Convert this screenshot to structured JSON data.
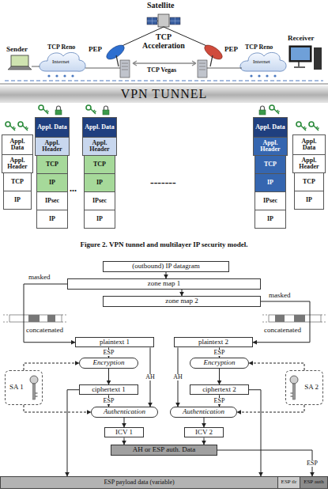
{
  "diagram": {
    "caption": "Figure 2. VPN tunnel and multilayer IP security model.",
    "nodes": [
      {
        "text": [
          "VPN TUNNEL"
        ]
      },
      {
        "text": [
          "Appl. Data"
        ]
      },
      {
        "text": [
          "Appl. Header"
        ]
      },
      {
        "text": [
          "TCP"
        ]
      },
      {
        "text": [
          "IP"
        ]
      },
      {
        "text": [
          "Appl. Data"
        ]
      },
      {
        "text": [
          "Appl. Header"
        ]
      },
      {
        "text": [
          "TCP"
        ]
      },
      {
        "text": [
          "IP"
        ]
      },
      {
        "text": [
          "IPsec"
        ]
      },
      {
        "text": [
          "IP"
        ]
      },
      {
        "text": [
          "Appl. Data"
        ]
      },
      {
        "text": [
          "Appl. Header"
        ]
      },
      {
        "text": [
          "TCP"
        ]
      },
      {
        "text": [
          "IP"
        ]
      },
      {
        "text": [
          "IPsec"
        ]
      },
      {
        "text": [
          "IP"
        ]
      },
      {
        "text": [
          "Appl. Data"
        ]
      },
      {
        "text": [
          "Appl. Header"
        ]
      },
      {
        "text": [
          "TCP"
        ]
      },
      {
        "text": [
          "IP"
        ]
      },
      {
        "text": [
          "IPsec"
        ]
      },
      {
        "text": [
          "IP"
        ]
      },
      {
        "text": [
          "Appl. Data"
        ]
      },
      {
        "text": [
          "Appl. Header"
        ]
      },
      {
        "text": [
          "TCP"
        ]
      },
      {
        "text": [
          "IP"
        ]
      },
      {
        "text": [
          "(outbound) IP datagram"
        ]
      },
      {
        "text": [
          "zone map 1"
        ]
      },
      {
        "text": [
          "zone map 2"
        ]
      },
      {
        "text": [
          "plaintext 1"
        ]
      },
      {
        "text": [
          "plaintext 2"
        ]
      },
      {
        "text": [
          "Encryption"
        ]
      },
      {
        "text": [
          "Encryption"
        ]
      },
      {
        "text": [
          "SA 1"
        ]
      },
      {
        "text": [
          "ciphertext 1"
        ]
      },
      {
        "text": [
          "ciphertext 2"
        ]
      },
      {
        "text": [
          "SA 2"
        ]
      },
      {
        "text": [
          "Authentication"
        ]
      },
      {
        "text": [
          "Authentication"
        ]
      },
      {
        "text": [
          "ICV 1"
        ]
      },
      {
        "text": [
          "ICV 2"
        ]
      },
      {
        "text": [
          "AH or ESP auth. Data"
        ]
      },
      {
        "text": [
          "ESP payload data (variable)"
        ]
      },
      {
        "text": [
          "ESP tlr"
        ]
      },
      {
        "text": [
          "ESP auth"
        ]
      }
    ],
    "edges": [
      {
        "from": 27,
        "to": 28,
        "arrow": "to"
      },
      {
        "from": 28,
        "to": 29,
        "arrow": "to"
      },
      {
        "from": 28,
        "to": 30,
        "arrow": "to"
      },
      {
        "from": 29,
        "to": 31,
        "arrow": "to"
      },
      {
        "from": 30,
        "to": 32,
        "label": "ESP",
        "arrow": "to"
      },
      {
        "from": 31,
        "to": 33,
        "label": "ESP",
        "arrow": "to"
      },
      {
        "from": 30,
        "to": 38,
        "label": "AH",
        "arrow": "to"
      },
      {
        "from": 31,
        "to": 39,
        "label": "AH",
        "arrow": "to"
      },
      {
        "from": 34,
        "to": 32,
        "arrow": "to"
      },
      {
        "from": 34,
        "to": 38,
        "arrow": "to"
      },
      {
        "from": 37,
        "to": 33,
        "arrow": "to"
      },
      {
        "from": 37,
        "to": 39,
        "arrow": "to"
      },
      {
        "from": 32,
        "to": 35,
        "arrow": "to"
      },
      {
        "from": 33,
        "to": 36,
        "arrow": "to"
      },
      {
        "from": 35,
        "to": 38,
        "label": "ESP",
        "arrow": "to"
      },
      {
        "from": 36,
        "to": 39,
        "label": "ESP",
        "arrow": "to"
      },
      {
        "from": 38,
        "to": 40,
        "arrow": "to"
      },
      {
        "from": 39,
        "to": 41,
        "arrow": "to"
      },
      {
        "from": 40,
        "to": 42,
        "arrow": "to"
      },
      {
        "from": 41,
        "to": 42,
        "arrow": "to"
      },
      {
        "from": 35,
        "to": 43,
        "arrow": "to"
      },
      {
        "from": 36,
        "to": 43,
        "arrow": "to"
      },
      {
        "from": 42,
        "to": 45,
        "label": "ESP",
        "arrow": "to"
      }
    ],
    "labels": [
      "Satellite",
      "Sender",
      "TCP Reno",
      "Internet",
      "PEP",
      "TCP Acceleration",
      "TCP Vegas",
      "PEP",
      "TCP Reno",
      "Internet",
      "Receiver",
      "...",
      "-------",
      "masked",
      "masked",
      "concatenated",
      "concatenated"
    ]
  }
}
